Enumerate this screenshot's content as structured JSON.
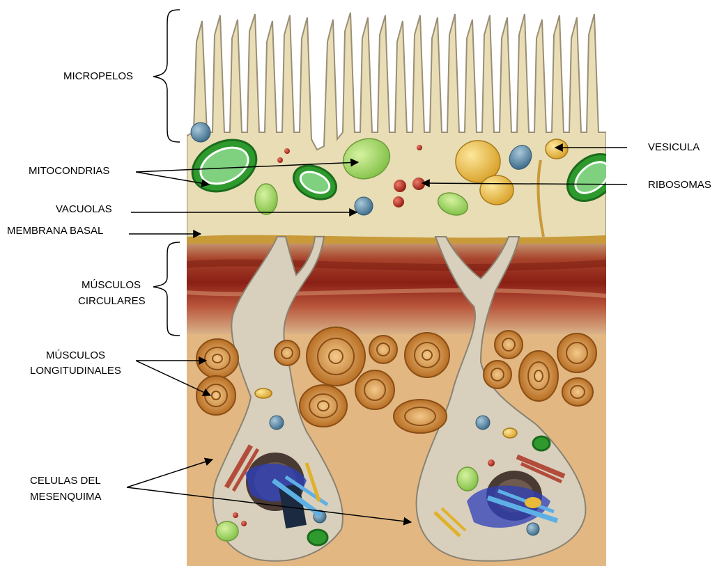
{
  "labels": {
    "micropelos": "MICROPELOS",
    "mitocondrias": "MITOCONDRIAS",
    "vacuolas": "VACUOLAS",
    "membrana_basal": "MEMBRANA BASAL",
    "musculos_circulares_1": "MÚSCULOS",
    "musculos_circulares_2": "CIRCULARES",
    "musculos_longitudinales_1": "MÚSCULOS",
    "musculos_longitudinales_2": "LONGITUDINALES",
    "celulas_1": "CELULAS  DEL",
    "celulas_2": "MESENQUIMA",
    "vesicula": "VESICULA",
    "ribosomas": "RIBOSOMAS"
  },
  "colors": {
    "epithelium": "#e8ddb5",
    "circular_muscle": "#9b2e1e",
    "longitudinal_layer": "#e2b782",
    "muscle_spiral": "#c8792a",
    "mitochondria": "#2e9a2e",
    "vacuole": "#4f7f9c",
    "vesicle": "#e9b93a",
    "ribosome": "#b5291f",
    "nucleus": "#4a3a34",
    "mesenchyme_cell": "#d8d0bc"
  }
}
